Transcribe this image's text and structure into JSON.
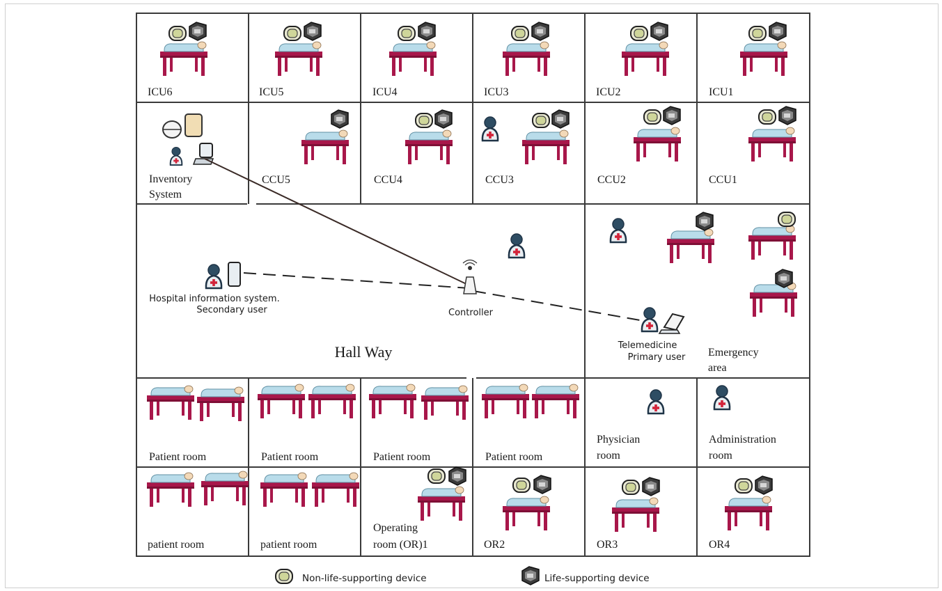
{
  "rooms": {
    "icu6": "ICU6",
    "icu5": "ICU5",
    "icu4": "ICU4",
    "icu3": "ICU3",
    "icu2": "ICU2",
    "icu1": "ICU1",
    "inventory_line1": "Inventory",
    "inventory_line2": "System",
    "ccu5": "CCU5",
    "ccu4": "CCU4",
    "ccu3": "CCU3",
    "ccu2": "CCU2",
    "ccu1": "CCU1",
    "hallway": "Hall Way",
    "emergency_line1": "Emergency",
    "emergency_line2": "area",
    "patient_room": "Patient room",
    "physician_line1": "Physician",
    "physician_line2": "room",
    "admin_line1": "Administration",
    "admin_line2": "room",
    "patient_room_lower": "patient room",
    "or1_line1": "Operating",
    "or1_line2": "room (OR)1",
    "or2": "OR2",
    "or3": "OR3",
    "or4": "OR4"
  },
  "network": {
    "his_line1": "Hospital information system.",
    "his_line2": "Secondary user",
    "controller": "Controller",
    "telemedicine_line1": "Telemedicine",
    "telemedicine_line2": "Primary user"
  },
  "legend": {
    "non_life": "Non-life-supporting device",
    "life": "Life-supporting device"
  },
  "colors": {
    "wall": "#3a3a3a",
    "bed": "#a8174a",
    "patient": "#b9dcea",
    "person_head": "#2e4d63",
    "person_body": "#e9eef2",
    "cross": "#d2243a"
  }
}
